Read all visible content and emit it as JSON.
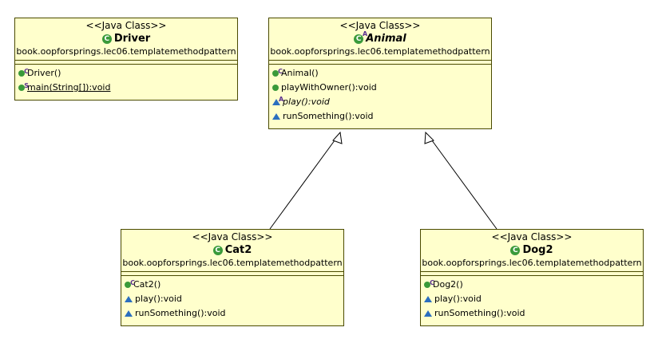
{
  "classes": {
    "driver": {
      "stereotype": "<<Java Class>>",
      "name": "Driver",
      "package": "book.oopforsprings.lec06.templatemethodpattern",
      "ops": [
        {
          "label": "Driver()",
          "icon": "constructor-icon",
          "marker": "C"
        },
        {
          "label": "main(String[]):void",
          "icon": "static-method-icon",
          "marker": "S"
        }
      ]
    },
    "animal": {
      "stereotype": "<<Java Class>>",
      "name": "Animal",
      "package": "book.oopforsprings.lec06.templatemethodpattern",
      "ops": [
        {
          "label": "Animal()",
          "icon": "constructor-icon",
          "marker": "C"
        },
        {
          "label": "playWithOwner():void",
          "icon": "public-method-icon",
          "marker": ""
        },
        {
          "label": "play():void",
          "icon": "abstract-method-icon",
          "marker": "A"
        },
        {
          "label": "runSomething():void",
          "icon": "package-method-icon",
          "marker": ""
        }
      ]
    },
    "cat2": {
      "stereotype": "<<Java Class>>",
      "name": "Cat2",
      "package": "book.oopforsprings.lec06.templatemethodpattern",
      "ops": [
        {
          "label": "Cat2()",
          "icon": "constructor-icon",
          "marker": "C"
        },
        {
          "label": "play():void",
          "icon": "package-method-icon",
          "marker": ""
        },
        {
          "label": "runSomething():void",
          "icon": "package-method-icon",
          "marker": ""
        }
      ]
    },
    "dog2": {
      "stereotype": "<<Java Class>>",
      "name": "Dog2",
      "package": "book.oopforsprings.lec06.templatemethodpattern",
      "ops": [
        {
          "label": "Dog2()",
          "icon": "constructor-icon",
          "marker": "C"
        },
        {
          "label": "play():void",
          "icon": "package-method-icon",
          "marker": ""
        },
        {
          "label": "runSomething():void",
          "icon": "package-method-icon",
          "marker": ""
        }
      ]
    }
  },
  "class_icon_letter": "C",
  "colors": {
    "box_fill": "#ffffcc",
    "class_icon": "#3a9a3a",
    "package_icon": "#2b6fbf"
  }
}
